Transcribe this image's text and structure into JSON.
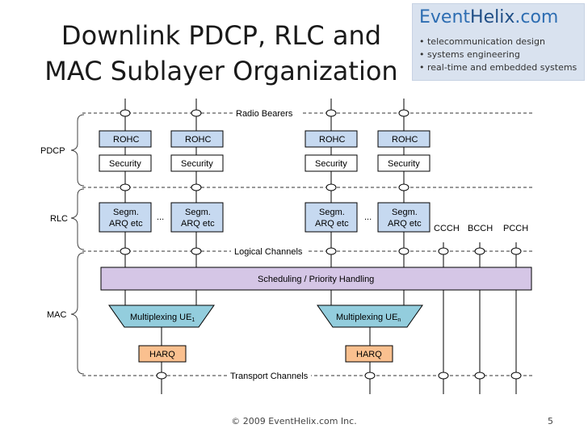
{
  "title": {
    "line1": "Downlink PDCP, RLC and",
    "line2": "MAC Sublayer Organization"
  },
  "logo": {
    "event": "Event",
    "helix": "Helix",
    "com": ".com",
    "bullets": [
      "• telecommunication design",
      "• systems engineering",
      "• real-time and embedded systems"
    ]
  },
  "layers": {
    "pdcp": "PDCP",
    "rlc": "RLC",
    "mac": "MAC"
  },
  "sap_labels": {
    "radio_bearers": "Radio Bearers",
    "logical_channels": "Logical Channels",
    "transport_channels": "Transport Channels"
  },
  "blocks": {
    "rohc": "ROHC",
    "security": "Security",
    "segm_line1": "Segm.",
    "segm_line2": "ARQ etc",
    "ellipsis": "...",
    "scheduling": "Scheduling / Priority Handling",
    "mux1": "Multiplexing UE",
    "mux1_sub": "1",
    "muxn": "Multiplexing UE",
    "muxn_sub": "n",
    "harq": "HARQ"
  },
  "common_channels": [
    "CCCH",
    "BCCH",
    "PCCH"
  ],
  "colors": {
    "rohc": "#c6d9f0",
    "rlc": "#c6d9f0",
    "scheduling": "#d5c6e6",
    "mux": "#93cddd",
    "harq": "#fac08f"
  },
  "footer": "© 2009 EventHelix.com Inc.",
  "page_number": "5"
}
